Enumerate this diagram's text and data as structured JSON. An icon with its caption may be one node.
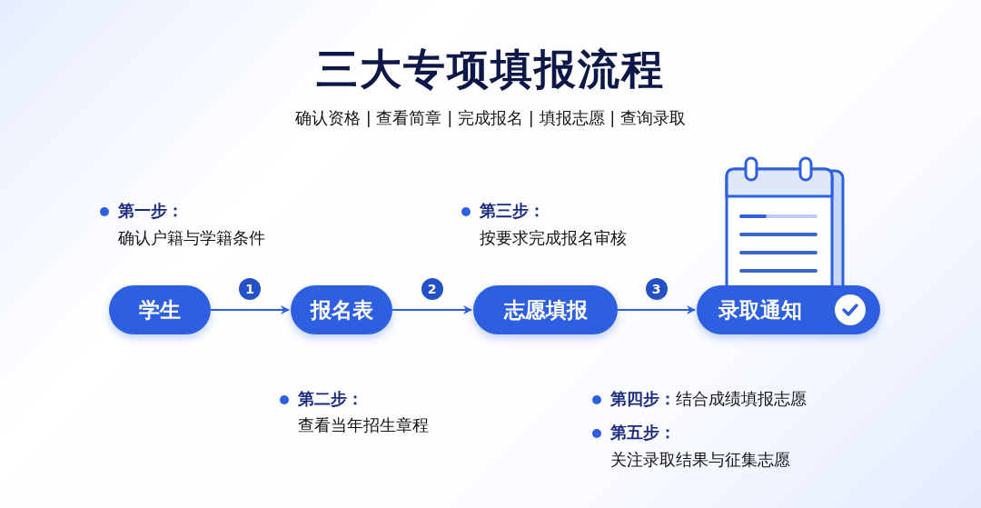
{
  "diagram": {
    "title": "三大专项填报流程",
    "nodes": [
      {
        "text": [
          "学生"
        ]
      },
      {
        "text": [
          "报名表"
        ]
      },
      {
        "text": [
          "志愿填报"
        ]
      },
      {
        "text": [
          "录取通知"
        ]
      }
    ],
    "edges": [
      {
        "from": 0,
        "to": 1,
        "arrow": "to",
        "label": "1"
      },
      {
        "from": 1,
        "to": 2,
        "arrow": "to",
        "label": "2"
      },
      {
        "from": 2,
        "to": 3,
        "arrow": "to",
        "label": "3"
      }
    ],
    "labels": [
      "确认资格 | 查看简章 | 完成报名 | 填报志愿 | 查询录取",
      "第一步：",
      "确认户籍与学籍条件",
      "第三步：",
      "按要求完成报名审核",
      "第二步：",
      "查看当年招生章程",
      "**第四步：**结合成绩填报志愿",
      "第五步：",
      "关注录取结果与征集志愿"
    ]
  }
}
